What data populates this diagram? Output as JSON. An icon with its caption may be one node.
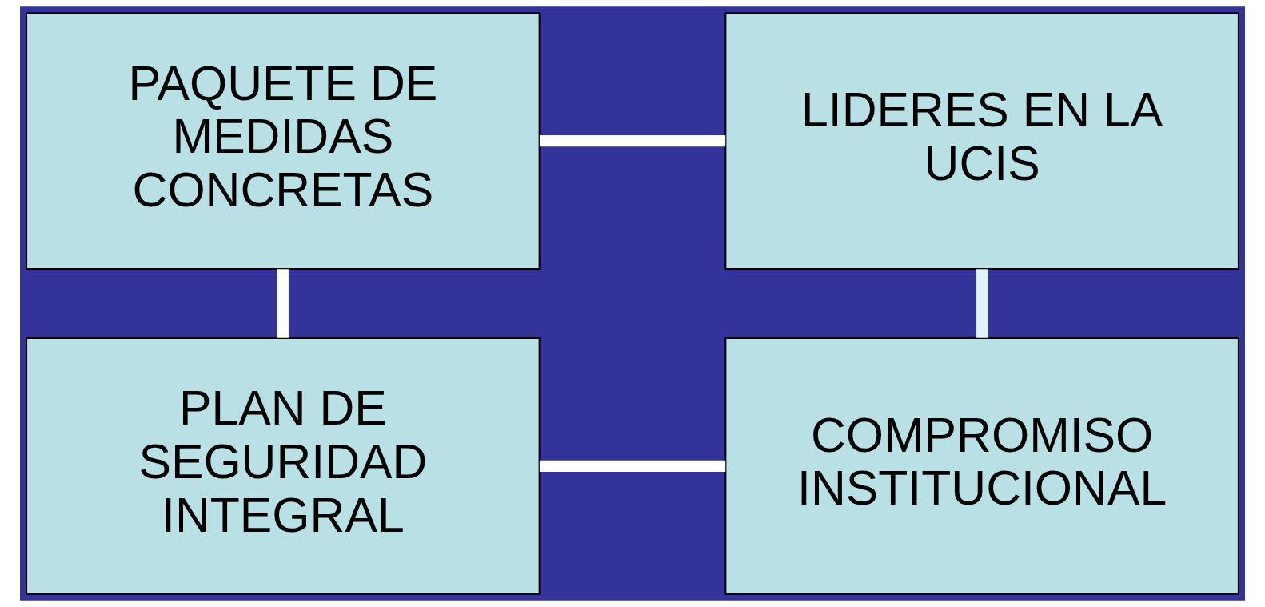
{
  "diagram": {
    "nodes": [
      {
        "text": [
          "PAQUETE DE MEDIDAS CONCRETAS"
        ]
      },
      {
        "text": [
          "LIDERES EN LA UCIS"
        ]
      },
      {
        "text": [
          "PLAN DE SEGURIDAD INTEGRAL"
        ]
      },
      {
        "text": [
          "COMPROMISO INSTITUCIONAL"
        ]
      }
    ],
    "edges": [
      {
        "from": 0,
        "to": 1,
        "arrow": "none"
      },
      {
        "from": 0,
        "to": 2,
        "arrow": "none"
      },
      {
        "from": 1,
        "to": 3,
        "arrow": "none",
        "color": "#e0f4f8"
      },
      {
        "from": 2,
        "to": 3,
        "arrow": "none"
      }
    ]
  }
}
